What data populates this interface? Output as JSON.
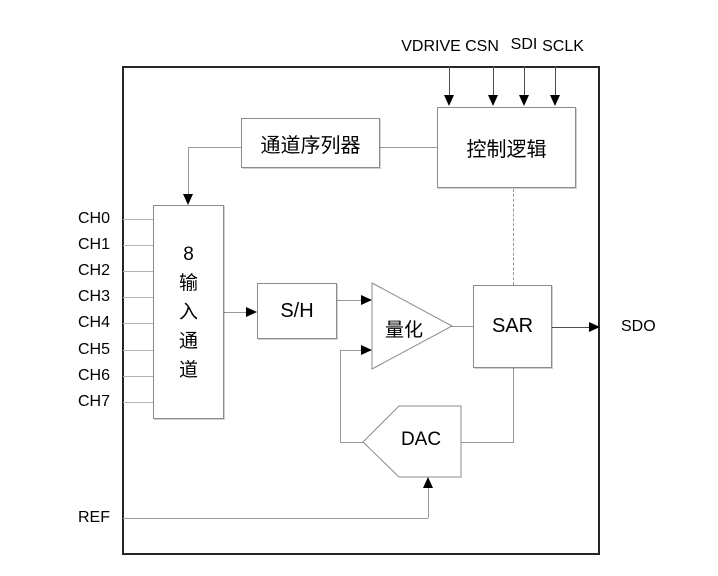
{
  "diagram": {
    "top_pins": [
      {
        "label": "VDRIVE"
      },
      {
        "label": "CSN"
      },
      {
        "label": "SDI"
      },
      {
        "label": "SCLK"
      }
    ],
    "blocks": {
      "sequencer": "通道序列器",
      "control_logic": "控制逻辑",
      "input_channels": "8输入通道",
      "sample_hold": "S/H",
      "quantizer": "量化",
      "sar": "SAR",
      "dac": "DAC"
    },
    "channel_labels": [
      "CH0",
      "CH1",
      "CH2",
      "CH3",
      "CH4",
      "CH5",
      "CH6",
      "CH7"
    ],
    "output_pin": "SDO",
    "reference_pin": "REF",
    "colors": {
      "outer_border": "#262626",
      "box_border": "#8c8c8c",
      "connector": "#999999",
      "channel_line": "#b3b3b3",
      "arrowhead": "#000000",
      "background": "#ffffff",
      "text": "#000000"
    }
  }
}
